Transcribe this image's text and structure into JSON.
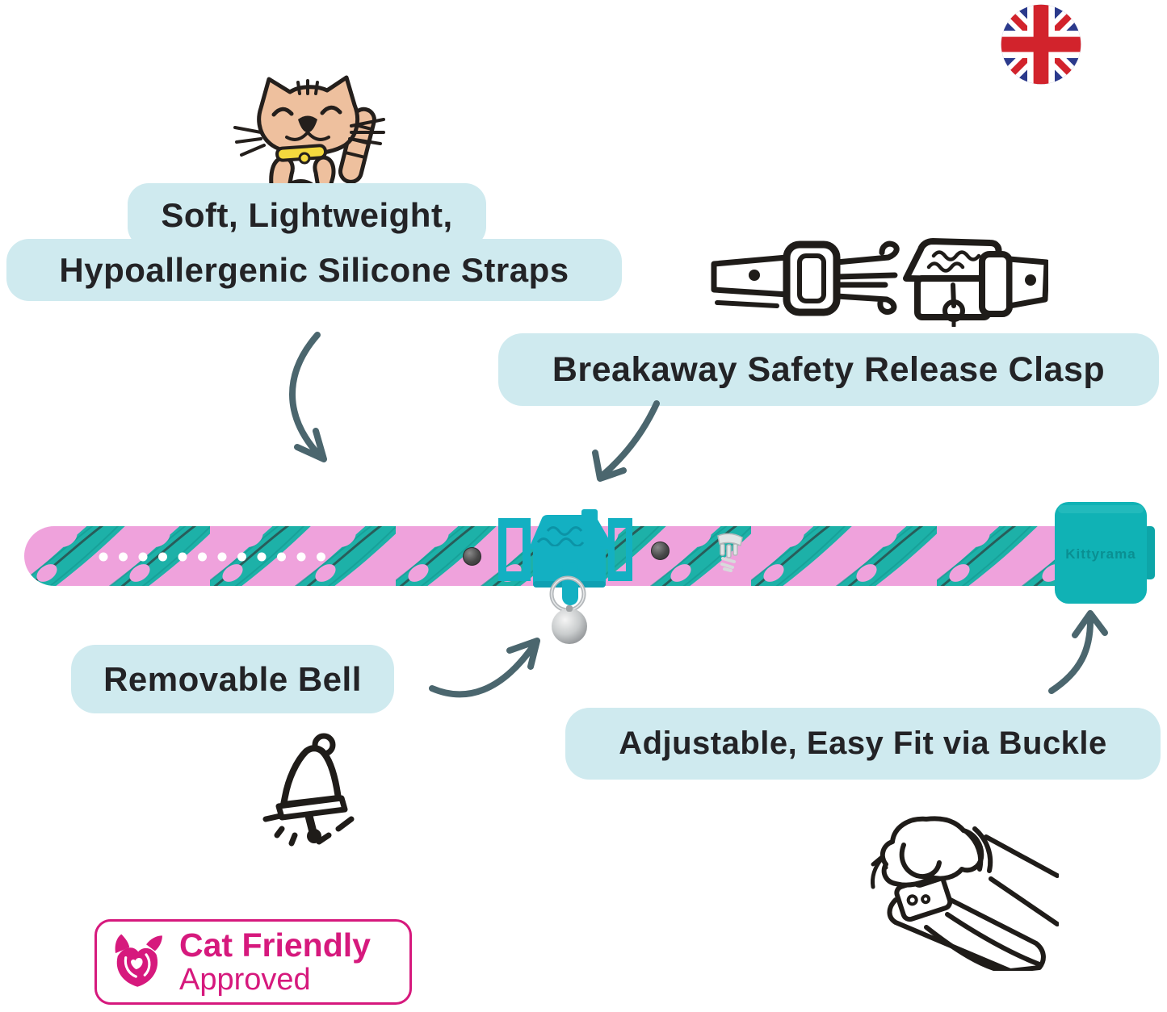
{
  "callouts": {
    "straps_line1": "Soft, Lightweight,",
    "straps_line2": "Hypoallergenic Silicone Straps",
    "clasp": "Breakaway Safety Release Clasp",
    "bell": "Removable Bell",
    "buckle": "Adjustable, Easy Fit via Buckle"
  },
  "collar": {
    "brand_embossed": "Kittyrama"
  },
  "badge": {
    "title": "Cat Friendly",
    "subtitle": "Approved"
  },
  "icons": {
    "flag": "uk-flag-icon",
    "cat": "happy-cat-illustration-icon",
    "clasp_sketch": "breakaway-clasp-sketch-icon",
    "bell_sketch": "ringing-bell-sketch-icon",
    "hand_sketch": "hand-adjusting-buckle-sketch-icon",
    "badge_logo": "cat-friendly-cat-logo-icon"
  },
  "colors": {
    "callout_bg": "#cfeaef",
    "text": "#232326",
    "arrow": "#4b666e",
    "collar_pink": "#efa2dc",
    "collar_teal": "#1db1a8",
    "clasp_teal": "#13b0c2",
    "end_buckle_teal": "#10b2b5",
    "badge_pink": "#d6197d",
    "sketch_ink": "#1f1c19",
    "cat_fur": "#eec09e",
    "collar_yellow": "#f4d93e"
  }
}
